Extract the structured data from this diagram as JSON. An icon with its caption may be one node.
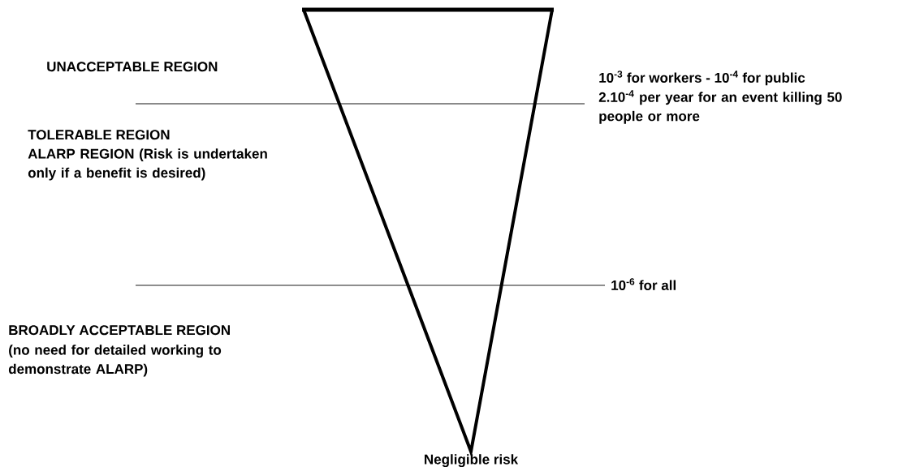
{
  "diagram": {
    "labels": [
      "UNACCEPTABLE REGION",
      "10$^{-3}$ for workers - 10$^{-4}$ for public",
      "2.10$^{-4}$ per year for an event killing 50 people or more",
      "TOLERABLE REGION",
      "ALARP REGION (Risk is undertaken only if a benefit is desired)",
      "10$^{-6}$ for all",
      "BROADLY ACCEPTABLE REGION",
      "(no need for detailed working to demonstrate ALARP)",
      "Negligible risk"
    ]
  }
}
